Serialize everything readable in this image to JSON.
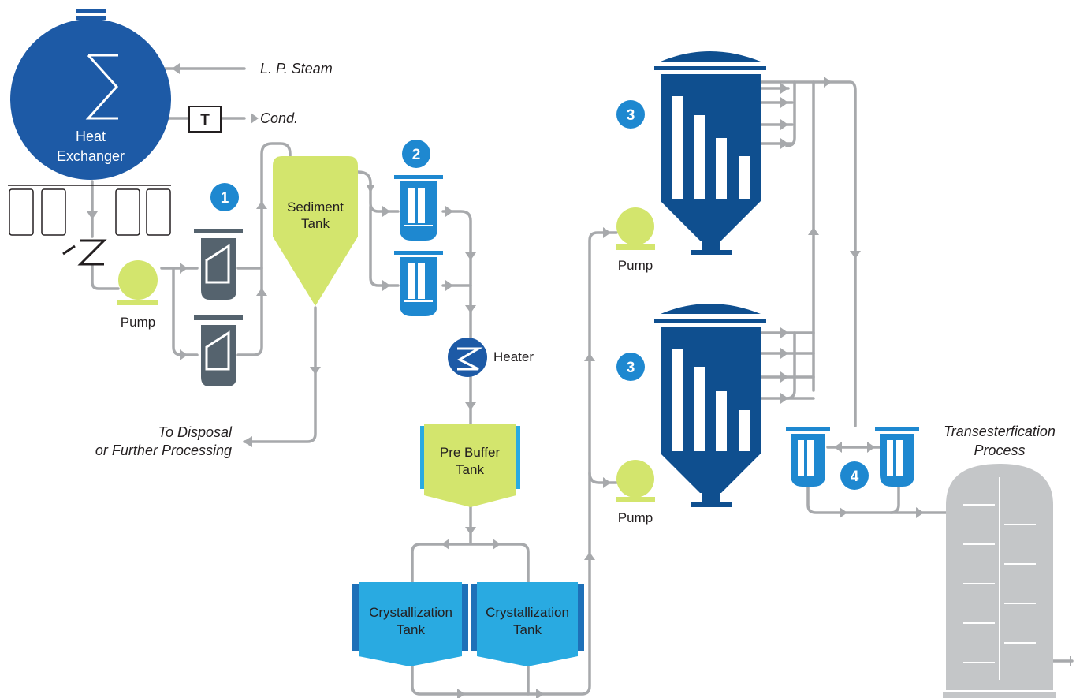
{
  "labels": {
    "heat_exchanger_line1": "Heat",
    "heat_exchanger_line2": "Exchanger",
    "lp_steam": "L. P. Steam",
    "cond": "Cond.",
    "trap": "T",
    "pump_left": "Pump",
    "sediment_line1": "Sediment",
    "sediment_line2": "Tank",
    "disposal_line1": "To Disposal",
    "disposal_line2": "or Further Processing",
    "heater": "Heater",
    "pre_buffer_line1": "Pre Buffer",
    "pre_buffer_line2": "Tank",
    "cryst1_line1": "Crystallization",
    "cryst1_line2": "Tank",
    "cryst2_line1": "Crystallization",
    "cryst2_line2": "Tank",
    "pump_upper": "Pump",
    "pump_lower": "Pump",
    "trans_line1": "Transesterfication",
    "trans_line2": "Process"
  },
  "badges": [
    "1",
    "2",
    "3",
    "3",
    "4"
  ],
  "colors": {
    "dark_blue": "#1d5aa6",
    "navy": "#0f4f8f",
    "light_blue": "#1e88d0",
    "cyan": "#29aae1",
    "lime": "#d3e56d",
    "slate": "#55636e",
    "pipe": "#a7a9ac",
    "grey_tank": "#c4c6c8"
  }
}
